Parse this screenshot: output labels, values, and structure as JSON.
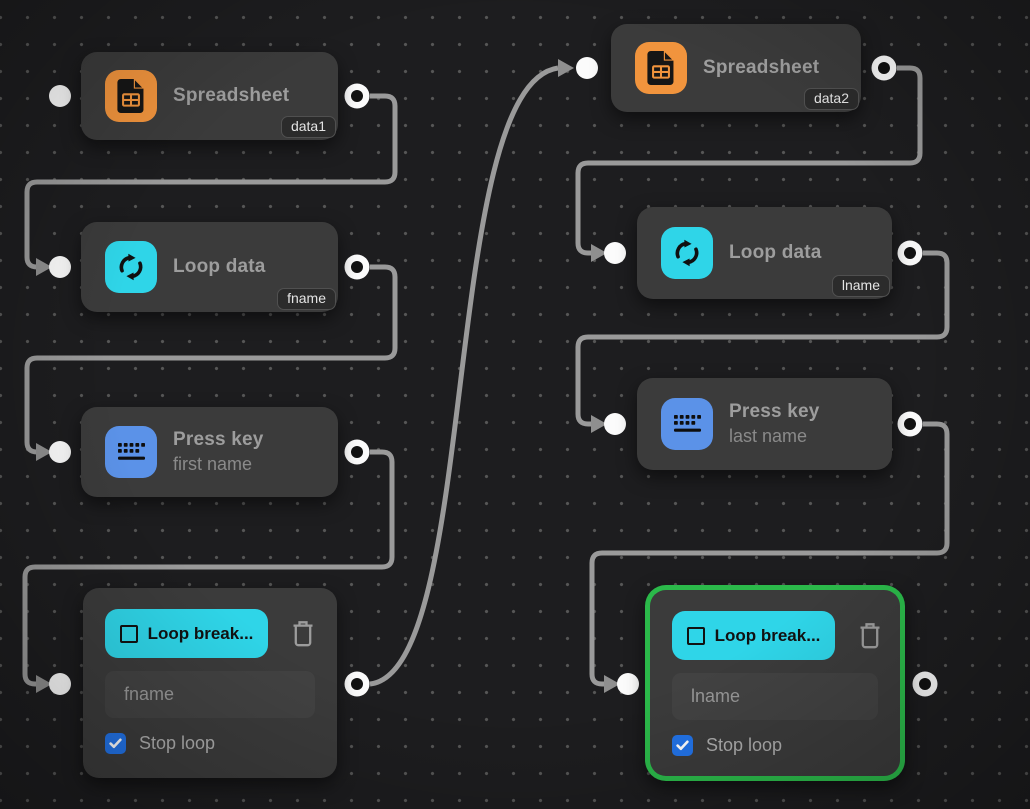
{
  "canvas": {
    "background_color": "#1d1d1f",
    "dot_color": "#565656",
    "wire_color": "#9a9a9a",
    "port_color": "#ffffff",
    "selection_color": "#2bb94a"
  },
  "nodes": [
    {
      "id": "spreadsheet-data1",
      "title": "Spreadsheet",
      "badge": "data1",
      "icon": "spreadsheet-icon",
      "icon_color": "#f1943d"
    },
    {
      "id": "loop-data-fname",
      "title": "Loop data",
      "badge": "fname",
      "icon": "loop-icon",
      "icon_color": "#2fd5e8"
    },
    {
      "id": "press-key-first-name",
      "title": "Press key",
      "subtitle": "first name",
      "icon": "keyboard-icon",
      "icon_color": "#5b92e8"
    },
    {
      "id": "loop-break-fname",
      "button_label": "Loop break...",
      "input_placeholder": "fname",
      "checkbox_label": "Stop loop",
      "checkbox_checked": true,
      "delete_icon": "trash-icon"
    },
    {
      "id": "spreadsheet-data2",
      "title": "Spreadsheet",
      "badge": "data2",
      "icon": "spreadsheet-icon",
      "icon_color": "#f1943d"
    },
    {
      "id": "loop-data-lname",
      "title": "Loop data",
      "badge": "lname",
      "icon": "loop-icon",
      "icon_color": "#2fd5e8"
    },
    {
      "id": "press-key-last-name",
      "title": "Press key",
      "subtitle": "last name",
      "icon": "keyboard-icon",
      "icon_color": "#5b92e8"
    },
    {
      "id": "loop-break-lname",
      "button_label": "Loop break...",
      "input_placeholder": "lname",
      "checkbox_label": "Stop loop",
      "checkbox_checked": true,
      "selected": true,
      "delete_icon": "trash-icon"
    }
  ]
}
